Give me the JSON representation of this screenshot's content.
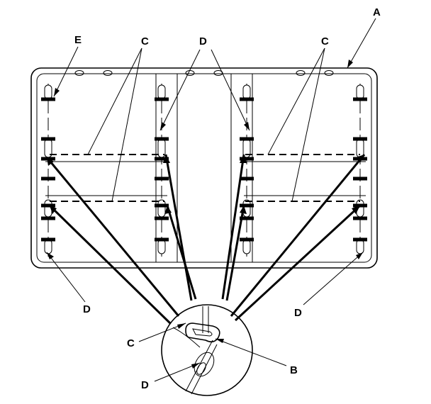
{
  "labels": {
    "a": "A",
    "b": "B",
    "c_top_left": "C",
    "c_top_right": "C",
    "c_detail": "C",
    "d_top": "D",
    "d_bottom_left": "D",
    "d_bottom_right": "D",
    "d_detail": "D",
    "e": "E"
  }
}
